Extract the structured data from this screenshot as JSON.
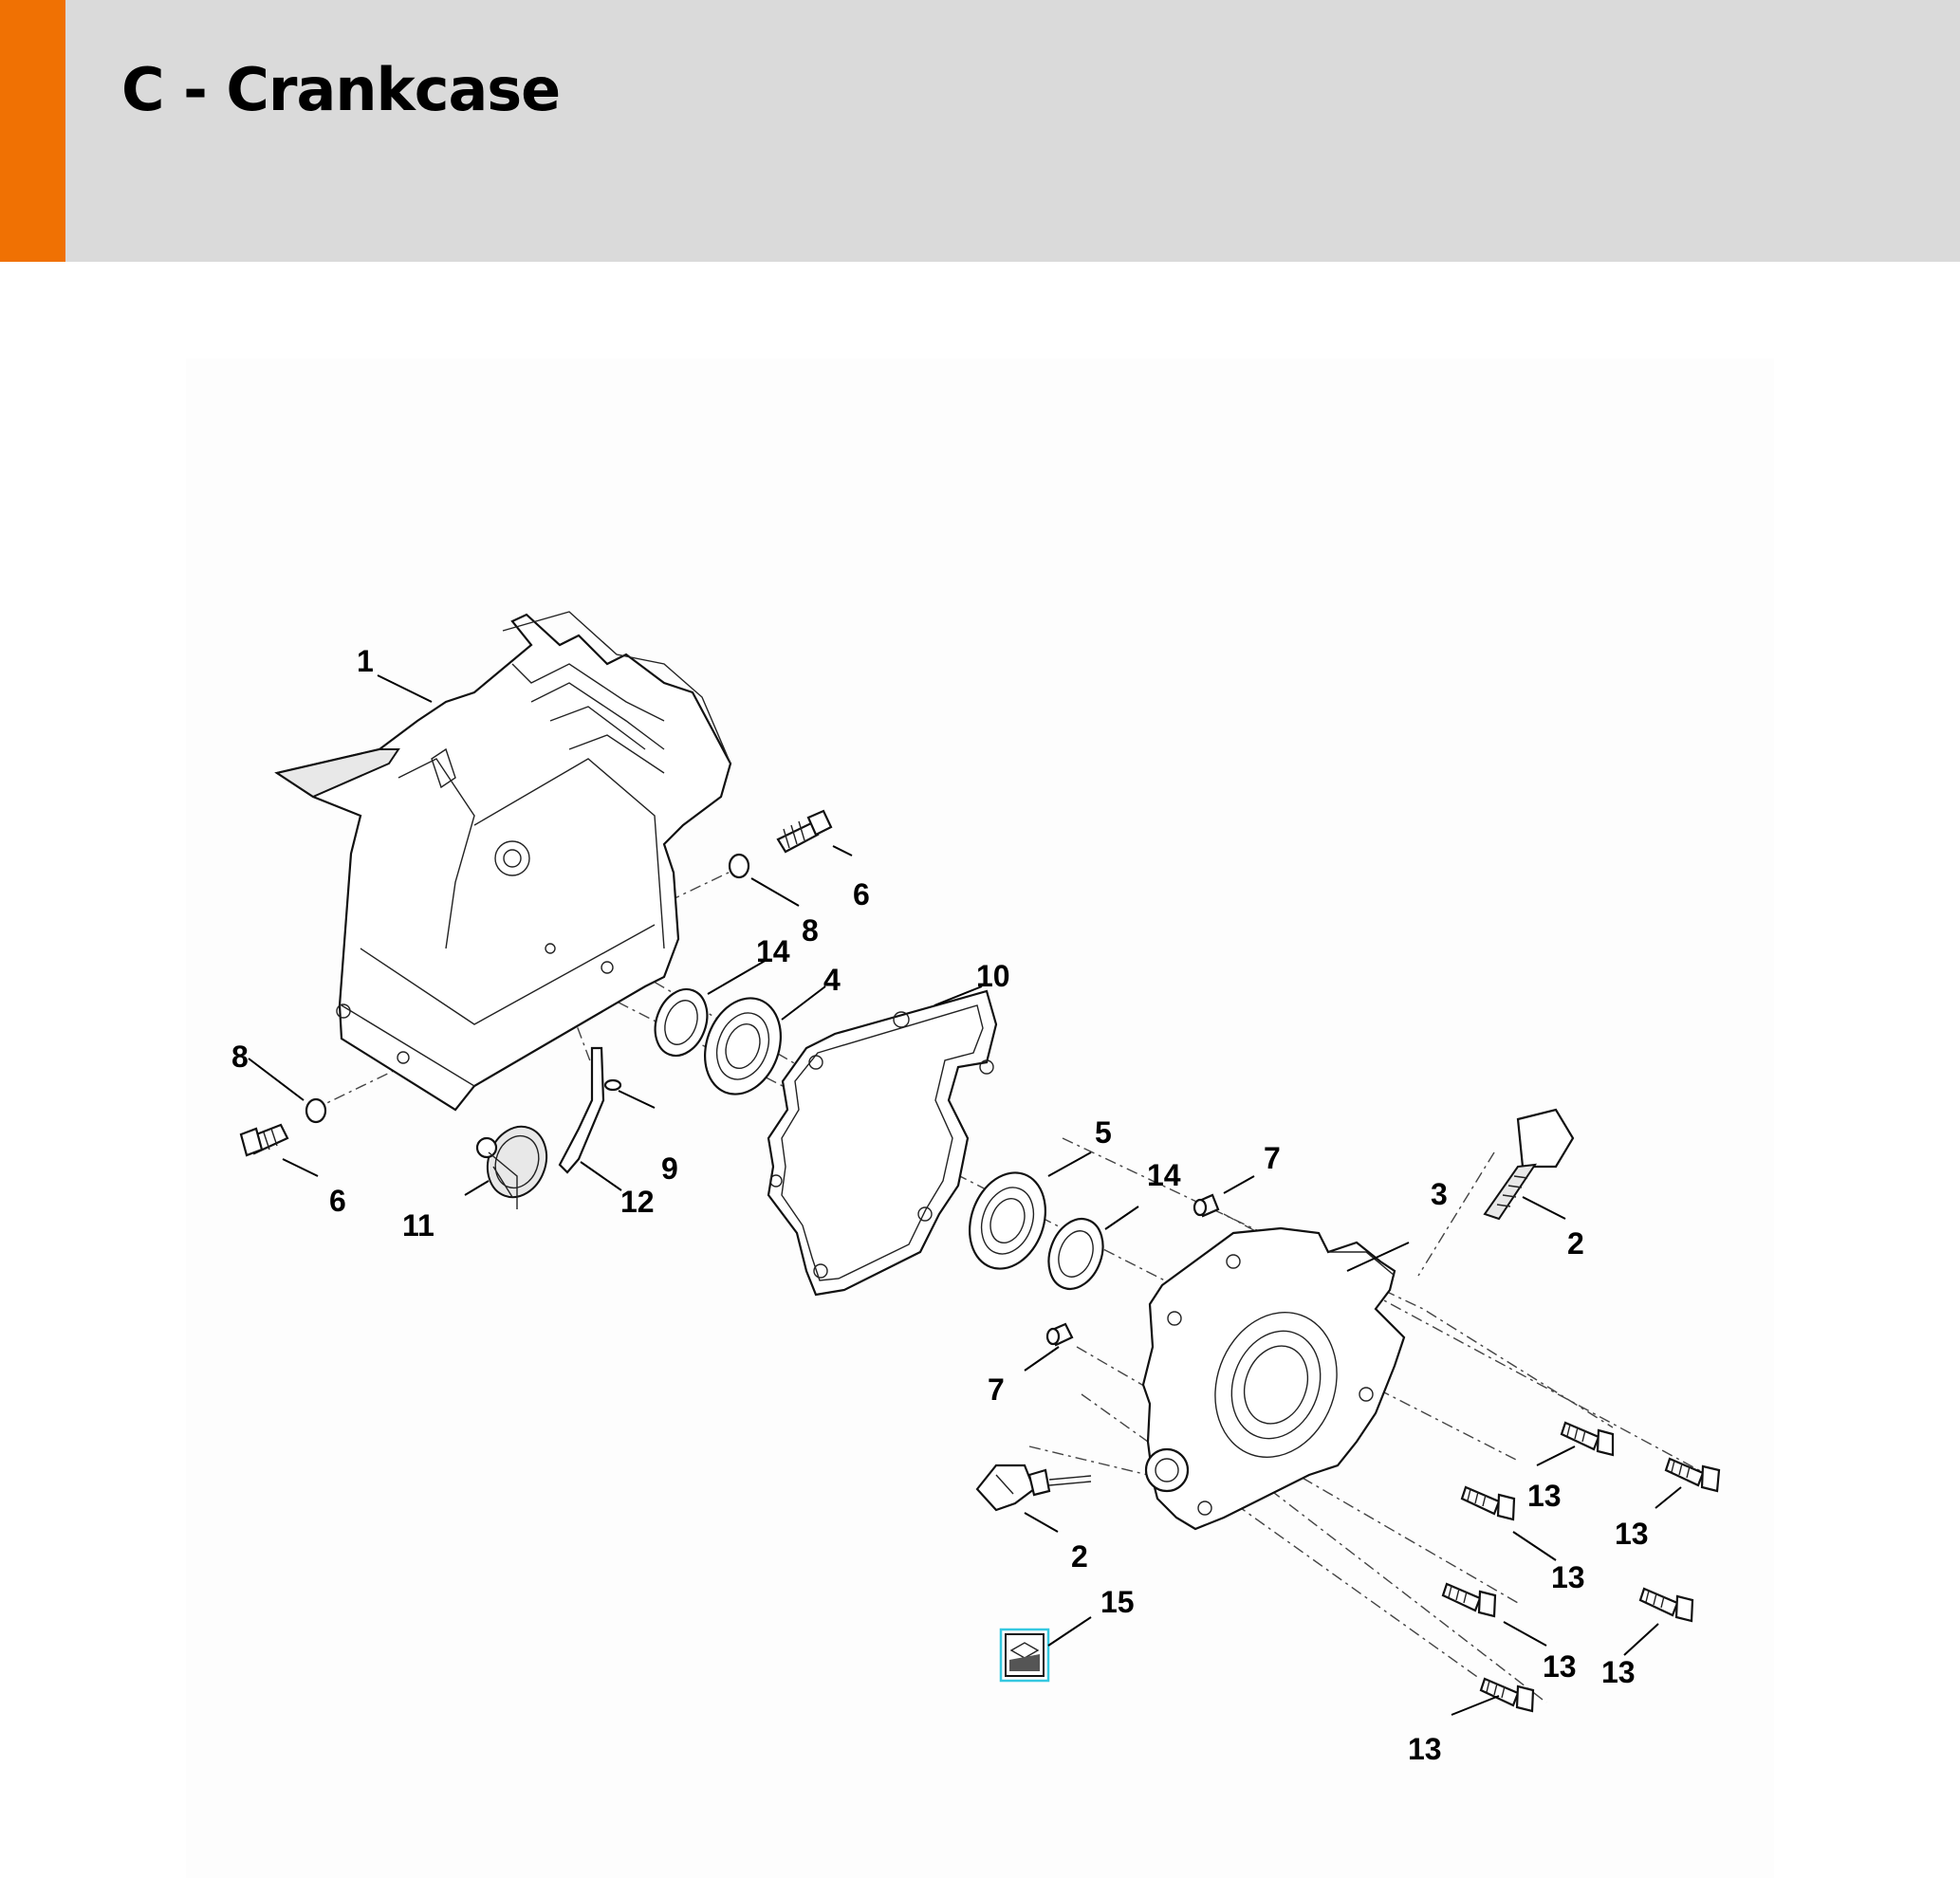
{
  "header": {
    "title": "C - Crankcase"
  },
  "diagram": {
    "callouts": [
      "1",
      "6",
      "8",
      "14",
      "4",
      "10",
      "8",
      "9",
      "6",
      "12",
      "11",
      "5",
      "7",
      "14",
      "3",
      "2",
      "7",
      "13",
      "13",
      "13",
      "2",
      "15",
      "13",
      "13",
      "13"
    ]
  },
  "colors": {
    "accent": "#f07103",
    "header_bg": "#dadada",
    "highlight": "#35c8e0"
  },
  "icons": {
    "part15": "service-package-icon"
  }
}
